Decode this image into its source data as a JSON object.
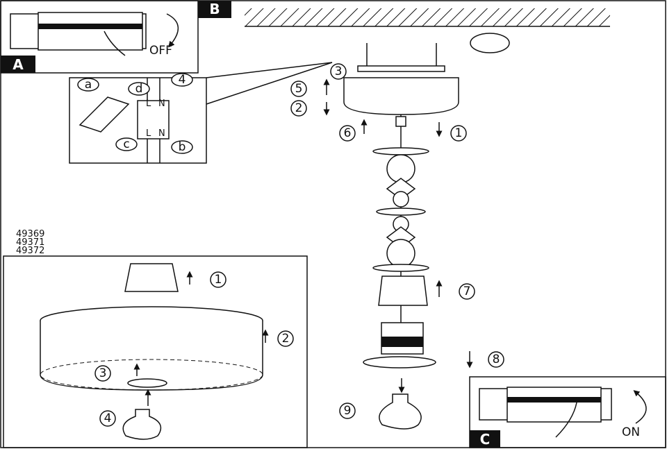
{
  "panels": {
    "a": {
      "label": "A",
      "switch_state": "OFF"
    },
    "b": {
      "label": "B"
    },
    "c": {
      "label": "C",
      "switch_state": "ON"
    }
  },
  "inset": {
    "step": "4",
    "letters": [
      "a",
      "b",
      "c",
      "d"
    ],
    "terminal_labels": [
      "L",
      "N",
      "L",
      "N"
    ]
  },
  "main_steps": [
    "1",
    "2",
    "3",
    "5",
    "6",
    "7",
    "8",
    "9"
  ],
  "model_numbers": [
    "49369",
    "49371",
    "49372"
  ],
  "shade_steps": [
    "1",
    "2",
    "3",
    "4"
  ],
  "colors": {
    "line": "#111111",
    "background": "#ffffff"
  }
}
